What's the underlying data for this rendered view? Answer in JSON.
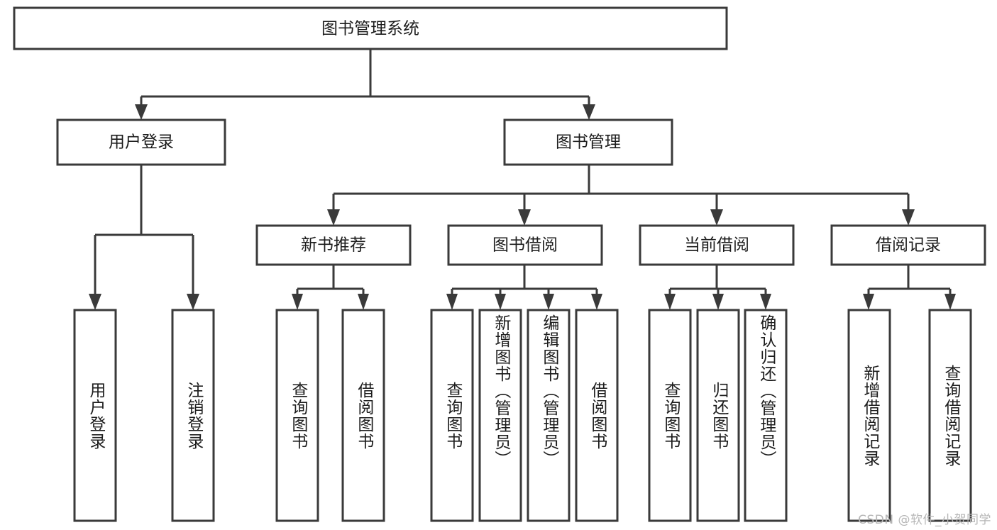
{
  "diagram": {
    "type": "tree-hierarchy",
    "title": "图书管理系统",
    "root": {
      "id": "root",
      "label": "图书管理系统"
    },
    "level2": [
      {
        "id": "user-login",
        "label": "用户登录"
      },
      {
        "id": "book-manage",
        "label": "图书管理"
      }
    ],
    "level3": [
      {
        "id": "new-book-recommend",
        "label": "新书推荐",
        "parent": "book-manage"
      },
      {
        "id": "book-borrow",
        "label": "图书借阅",
        "parent": "book-manage"
      },
      {
        "id": "current-borrow",
        "label": "当前借阅",
        "parent": "book-manage"
      },
      {
        "id": "borrow-record",
        "label": "借阅记录",
        "parent": "book-manage"
      }
    ],
    "leaves": [
      {
        "id": "leaf-user-login",
        "label": "用户登录",
        "parent": "user-login"
      },
      {
        "id": "leaf-user-logout",
        "label": "注销登录",
        "parent": "user-login"
      },
      {
        "id": "leaf-query-book-1",
        "label": "查询图书",
        "parent": "new-book-recommend"
      },
      {
        "id": "leaf-borrow-book-1",
        "label": "借阅图书",
        "parent": "new-book-recommend"
      },
      {
        "id": "leaf-query-book-2",
        "label": "查询图书",
        "parent": "book-borrow"
      },
      {
        "id": "leaf-add-book",
        "label": "新增图书（管理员）",
        "parent": "book-borrow"
      },
      {
        "id": "leaf-edit-book",
        "label": "编辑图书（管理员）",
        "parent": "book-borrow"
      },
      {
        "id": "leaf-borrow-book-2",
        "label": "借阅图书",
        "parent": "book-borrow"
      },
      {
        "id": "leaf-query-book-3",
        "label": "查询图书",
        "parent": "current-borrow"
      },
      {
        "id": "leaf-return-book",
        "label": "归还图书",
        "parent": "current-borrow"
      },
      {
        "id": "leaf-confirm-return",
        "label": "确认归还（管理员）",
        "parent": "current-borrow"
      },
      {
        "id": "leaf-add-record",
        "label": "新增借阅记录",
        "parent": "borrow-record"
      },
      {
        "id": "leaf-query-record",
        "label": "查询借阅记录",
        "parent": "borrow-record"
      }
    ]
  },
  "watermark": {
    "text": "CSDN @软件_小贺同学"
  },
  "colors": {
    "box_stroke": "#3a3a3a",
    "box_fill": "#ffffff",
    "text": "#1c1c1c",
    "watermark": "#b6b6b6",
    "background": "#ffffff"
  }
}
